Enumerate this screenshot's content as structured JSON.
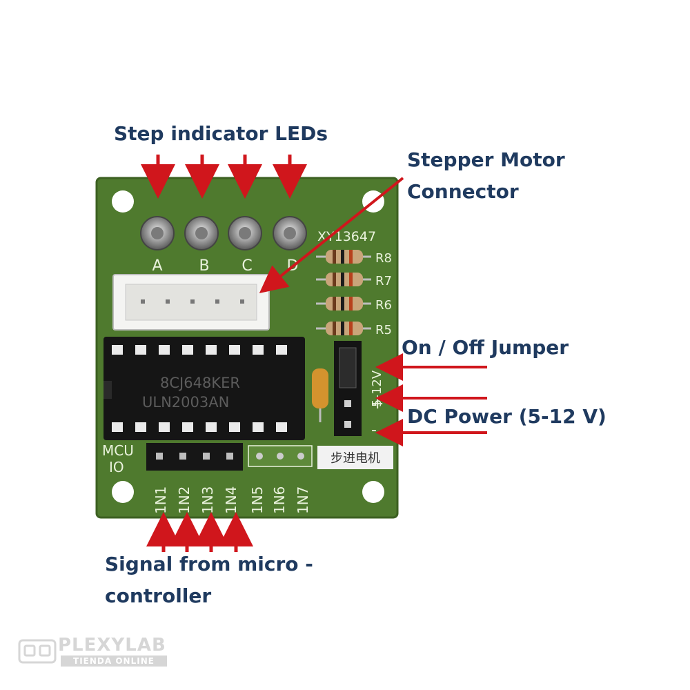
{
  "callouts": {
    "step_leds": "Step indicator LEDs",
    "motor_connector_line1": "Stepper Motor",
    "motor_connector_line2": "Connector",
    "jumper": "On / Off Jumper",
    "dc_power": "DC Power (5-12 V)",
    "signal_line1": "Signal from micro -",
    "signal_line2": "controller"
  },
  "board": {
    "pcb_code": "XY13647",
    "led_labels": [
      "A",
      "B",
      "C",
      "D"
    ],
    "resistor_labels": [
      "R8",
      "R7",
      "R6",
      "R5"
    ],
    "chip_line1": "8CJ648KER",
    "chip_line2": "ULN2003AN",
    "mcu_label_line1": "MCU",
    "mcu_label_line2": "IO",
    "pin_labels": [
      "1N1",
      "1N2",
      "1N3",
      "1N4",
      "1N5",
      "1N6",
      "1N7"
    ],
    "voltage_label": "5-12V",
    "plus_sign": "+",
    "minus_sign": "-",
    "chinese_label": "步进电机"
  },
  "watermark": {
    "brand": "PLEXYLAB",
    "subtitle": "TIENDA ONLINE"
  },
  "colors": {
    "pcb": "#4f7a2e",
    "pcb_edge": "#3c6021",
    "label_navy": "#1f3a5f",
    "arrow_red": "#d0161c",
    "watermark_gray": "#d6d6d6"
  }
}
